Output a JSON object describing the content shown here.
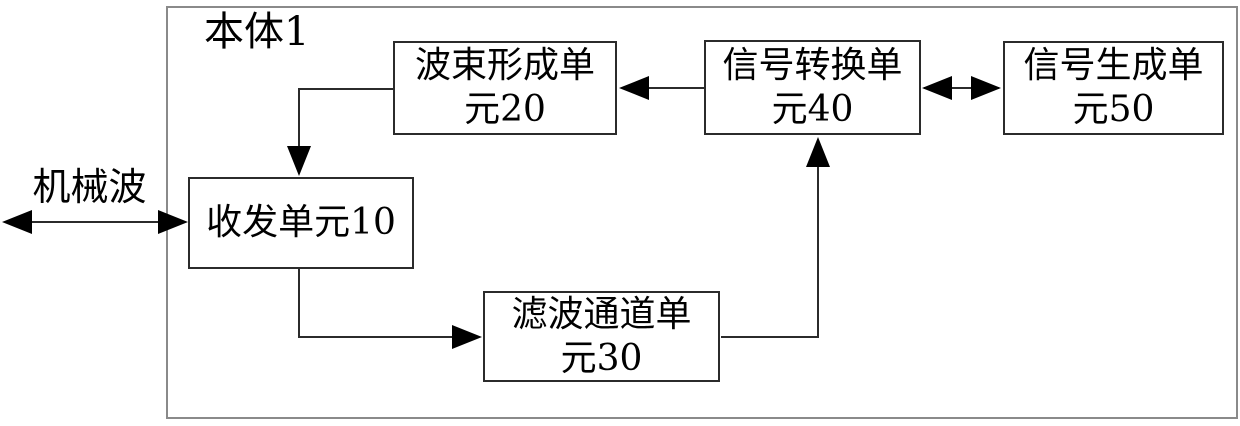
{
  "diagram": {
    "outer_label": "本体1",
    "external_label": "机械波",
    "boxes": {
      "transceiver": {
        "label": "收发单元10"
      },
      "beamforming": {
        "line1": "波束形成单",
        "line2": "元20"
      },
      "filter_channel": {
        "line1": "滤波通道单",
        "line2": "元30"
      },
      "signal_conversion": {
        "line1": "信号转换单",
        "line2": "元40"
      },
      "signal_generation": {
        "line1": "信号生成单",
        "line2": "元50"
      }
    },
    "connections": [
      {
        "from": "外部/机械波",
        "to": "收发单元10",
        "type": "double-arrow"
      },
      {
        "from": "波束形成单元20",
        "to": "收发单元10",
        "type": "arrow"
      },
      {
        "from": "信号转换单元40",
        "to": "波束形成单元20",
        "type": "arrow"
      },
      {
        "from": "信号转换单元40",
        "to": "信号生成单元50",
        "type": "double-arrow"
      },
      {
        "from": "收发单元10",
        "to": "滤波通道单元30",
        "type": "arrow"
      },
      {
        "from": "滤波通道单元30",
        "to": "信号转换单元40",
        "type": "arrow"
      }
    ],
    "colors": {
      "background": "#ffffff",
      "outer_border": "#8a8a8a",
      "box_border": "#2b2b2b",
      "line": "#2b2b2b",
      "arrowhead": "#000000",
      "text": "#000000"
    }
  }
}
